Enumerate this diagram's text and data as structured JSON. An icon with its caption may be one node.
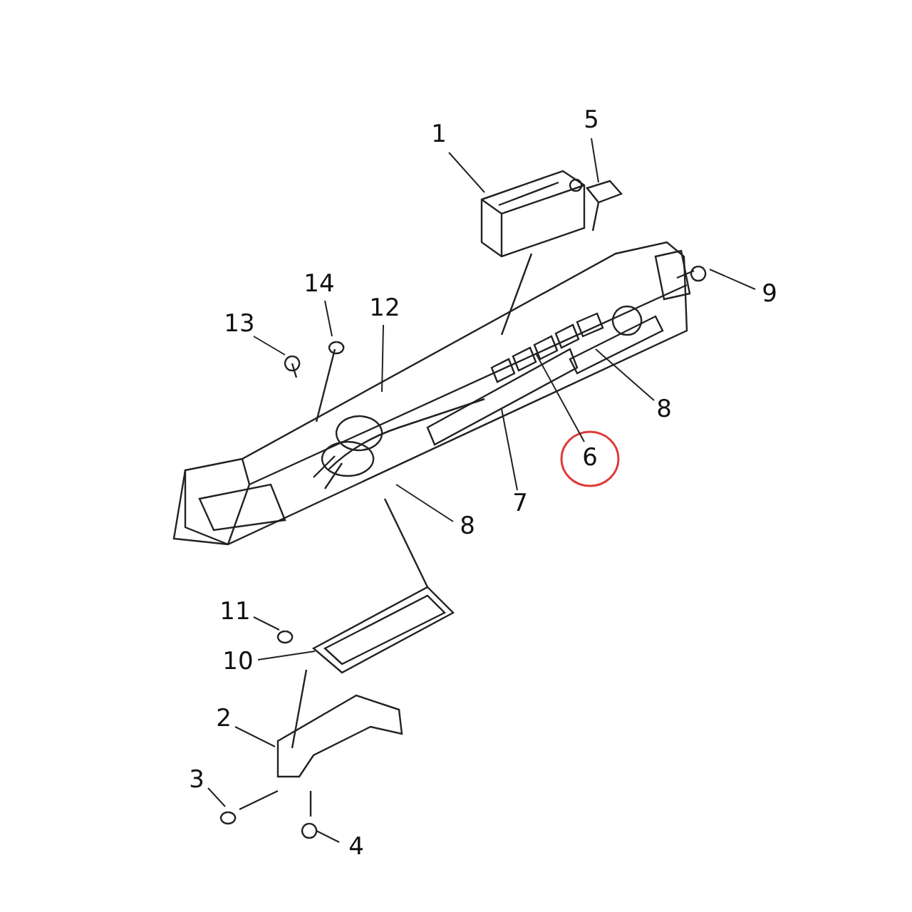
{
  "diagram": {
    "nodes": [
      {
        "text": [
          "1"
        ]
      },
      {
        "text": [
          "5"
        ]
      },
      {
        "text": [
          "9"
        ]
      },
      {
        "text": [
          "14"
        ]
      },
      {
        "text": [
          "12"
        ]
      },
      {
        "text": [
          "13"
        ]
      },
      {
        "text": [
          "8"
        ]
      },
      {
        "text": [
          "6"
        ]
      },
      {
        "text": [
          "7"
        ]
      },
      {
        "text": [
          "8"
        ]
      },
      {
        "text": [
          "11"
        ]
      },
      {
        "text": [
          "10"
        ]
      },
      {
        "text": [
          "2"
        ]
      },
      {
        "text": [
          "3"
        ]
      },
      {
        "text": [
          "4"
        ]
      }
    ],
    "edges": [
      {
        "from": 0,
        "to": null,
        "arrow": "none"
      },
      {
        "from": 1,
        "to": null,
        "arrow": "none"
      },
      {
        "from": 2,
        "to": null,
        "arrow": "none"
      },
      {
        "from": 3,
        "to": null,
        "arrow": "none"
      },
      {
        "from": 4,
        "to": null,
        "arrow": "none"
      },
      {
        "from": 5,
        "to": null,
        "arrow": "none"
      },
      {
        "from": 6,
        "to": null,
        "arrow": "none"
      },
      {
        "from": 7,
        "to": null,
        "arrow": "none"
      },
      {
        "from": 8,
        "to": null,
        "arrow": "none"
      },
      {
        "from": 9,
        "to": null,
        "arrow": "none"
      },
      {
        "from": 10,
        "to": null,
        "arrow": "none"
      },
      {
        "from": 11,
        "to": null,
        "arrow": "none"
      },
      {
        "from": 12,
        "to": null,
        "arrow": "none"
      },
      {
        "from": 13,
        "to": null,
        "arrow": "none"
      },
      {
        "from": 14,
        "to": null,
        "arrow": "none"
      }
    ]
  }
}
